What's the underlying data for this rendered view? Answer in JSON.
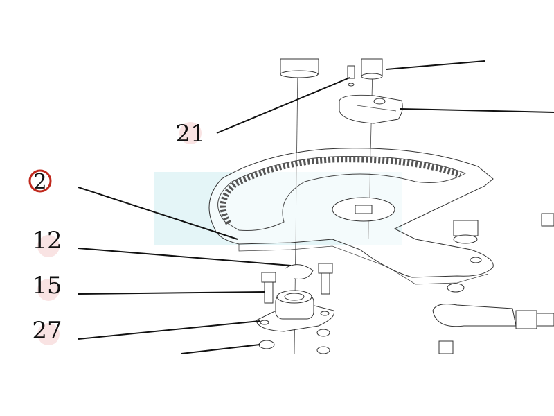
{
  "diagram": {
    "callouts": [
      {
        "id": "21",
        "text": "21"
      },
      {
        "id": "2",
        "text": "2",
        "highlighted": true
      },
      {
        "id": "12",
        "text": "12"
      },
      {
        "id": "15",
        "text": "15"
      },
      {
        "id": "27",
        "text": "27"
      }
    ],
    "colors": {
      "highlight_circle": "#c0281c",
      "watermark": "#e4f5f7",
      "label_blob": "#f9e3e3"
    }
  }
}
